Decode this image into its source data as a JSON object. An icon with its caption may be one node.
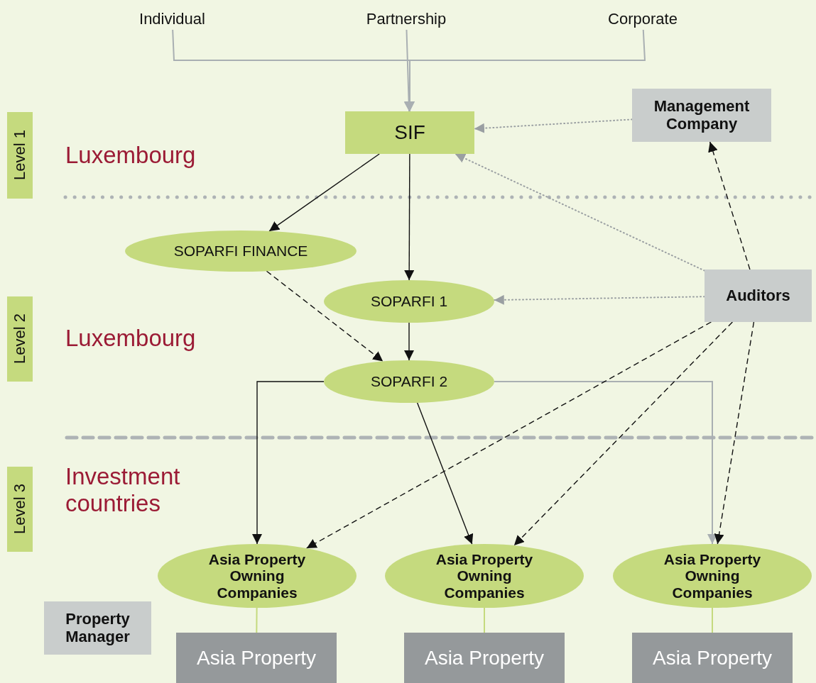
{
  "diagram": {
    "nodes": [
      {
        "text": [
          "Individual"
        ]
      },
      {
        "text": [
          "Partnership"
        ]
      },
      {
        "text": [
          "Corporate"
        ]
      },
      {
        "text": [
          "Level 1"
        ]
      },
      {
        "text": [
          "SIF"
        ]
      },
      {
        "text": [
          "Management Company"
        ]
      },
      {
        "text": [
          "SOPARFI FINANCE"
        ]
      },
      {
        "text": [
          "Level 2"
        ]
      },
      {
        "text": [
          "SOPARFI 1"
        ]
      },
      {
        "text": [
          "Auditors"
        ]
      },
      {
        "text": [
          "SOPARFI 2"
        ]
      },
      {
        "text": [
          "Level 3"
        ]
      },
      {
        "text": [
          "Asia Property Owning Companies"
        ]
      },
      {
        "text": [
          "Asia Property Owning Companies"
        ]
      },
      {
        "text": [
          "Asia Property Owning Companies"
        ]
      },
      {
        "text": [
          "Property Manager"
        ]
      },
      {
        "text": [
          "Asia Property"
        ]
      },
      {
        "text": [
          "Asia Property"
        ]
      },
      {
        "text": [
          "Asia Property"
        ]
      }
    ],
    "edges": [
      {
        "from": 0,
        "to": 4,
        "arrow": "to",
        "color": "#a9afb2"
      },
      {
        "from": 1,
        "to": 4,
        "arrow": "to",
        "color": "#a9afb2"
      },
      {
        "from": 2,
        "to": 4,
        "arrow": "to",
        "color": "#a9afb2"
      },
      {
        "from": 5,
        "to": 4,
        "arrow": "to",
        "style": "dashed",
        "color": "#9a9fa2"
      },
      {
        "from": 9,
        "to": 4,
        "arrow": "to",
        "style": "dashed",
        "color": "#9a9fa2"
      },
      {
        "from": 9,
        "to": 8,
        "arrow": "to",
        "style": "dashed",
        "color": "#9a9fa2"
      },
      {
        "from": 4,
        "to": 6,
        "arrow": "to"
      },
      {
        "from": 4,
        "to": 8,
        "arrow": "to"
      },
      {
        "from": 8,
        "to": 10,
        "arrow": "to"
      },
      {
        "from": 6,
        "to": 10,
        "arrow": "to",
        "style": "dashed"
      },
      {
        "from": 9,
        "to": 5,
        "arrow": "to",
        "style": "dashed"
      },
      {
        "from": 10,
        "to": 12,
        "arrow": "to"
      },
      {
        "from": 10,
        "to": 13,
        "arrow": "to"
      },
      {
        "from": 10,
        "to": 14,
        "arrow": "to",
        "color": "#a9afb2"
      },
      {
        "from": 9,
        "to": 12,
        "arrow": "to",
        "style": "dashed"
      },
      {
        "from": 9,
        "to": 13,
        "arrow": "to",
        "style": "dashed"
      },
      {
        "from": 9,
        "to": 14,
        "arrow": "to",
        "style": "dashed"
      },
      {
        "from": 12,
        "to": 16,
        "arrow": "none",
        "color": "#c5da7e"
      },
      {
        "from": 13,
        "to": 17,
        "arrow": "none",
        "color": "#c5da7e"
      },
      {
        "from": 14,
        "to": 18,
        "arrow": "none",
        "color": "#c5da7e"
      }
    ],
    "labels": [
      "Luxembourg",
      "Luxembourg",
      "Investment countries"
    ]
  }
}
